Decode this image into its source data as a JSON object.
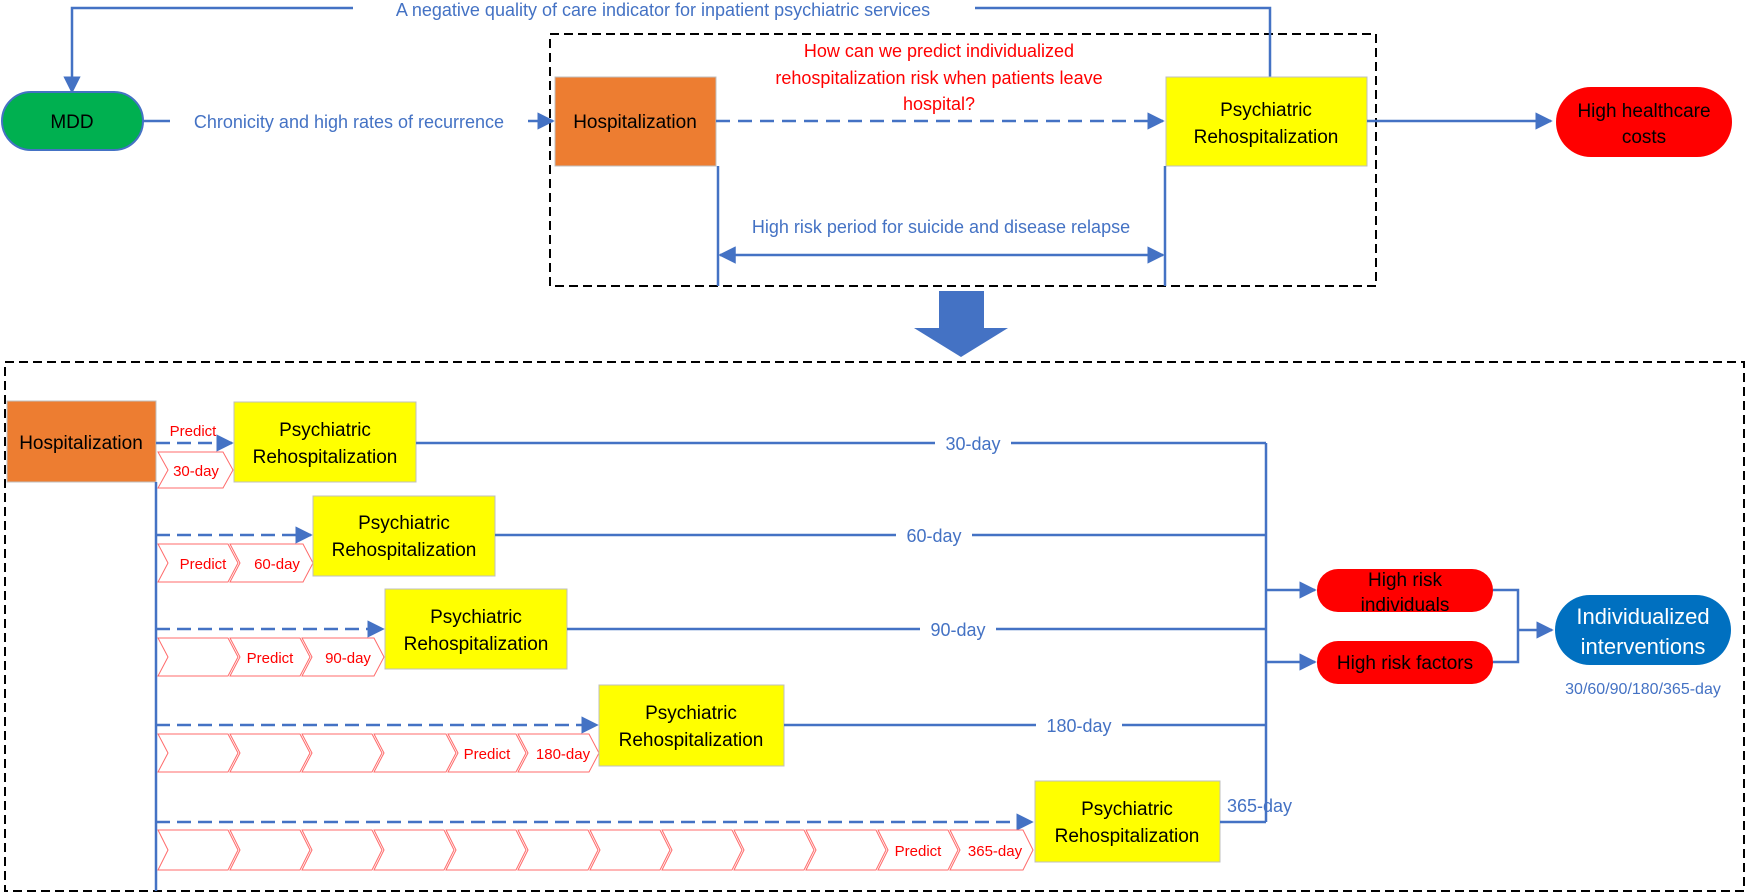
{
  "colors": {
    "blue": "#4472C4",
    "green": "#00B050",
    "orange": "#ED7D31",
    "yellow": "#FFFF00",
    "red": "#FF0000",
    "dark_blue": "#0070C0",
    "dashed_border": "#000000"
  },
  "top": {
    "mdd": "MDD",
    "hospitalization": "Hospitalization",
    "rehosp_line1": "Psychiatric",
    "rehosp_line2": "Rehospitalization",
    "costs_line1": "High healthcare",
    "costs_line2": "costs",
    "chronicity": "Chronicity and high rates of recurrence",
    "quality_indicator": "A negative quality of care indicator for inpatient psychiatric services",
    "question_line1": "How can we predict individualized",
    "question_line2": "rehospitalization risk when patients leave",
    "question_line3": "hospital?",
    "risk_period": "High risk period for suicide and disease relapse"
  },
  "bottom": {
    "hospitalization": "Hospitalization",
    "predict": "Predict",
    "rehosp_line1": "Psychiatric",
    "rehosp_line2": "Rehospitalization",
    "rows": [
      {
        "window": "30-day",
        "line_label": "30-day"
      },
      {
        "window": "60-day",
        "line_label": "60-day"
      },
      {
        "window": "90-day",
        "line_label": "90-day"
      },
      {
        "window": "180-day",
        "line_label": "180-day"
      },
      {
        "window": "365-day",
        "line_label": "365-day"
      }
    ],
    "high_risk_individuals_line1": "High risk",
    "high_risk_individuals_line2": "individuals",
    "high_risk_factors": "High risk factors",
    "interventions_line1": "Individualized",
    "interventions_line2": "interventions",
    "interventions_windows": "30/60/90/180/365-day"
  }
}
